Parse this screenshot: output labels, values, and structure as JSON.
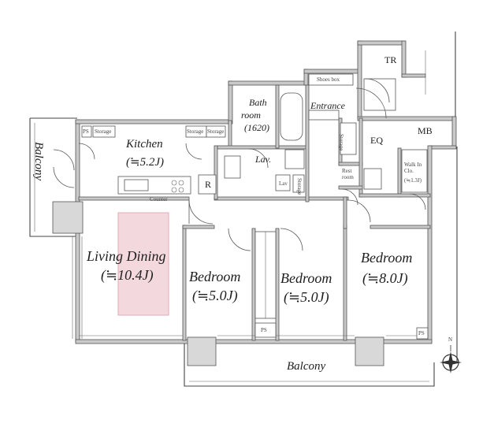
{
  "rooms": {
    "balcony_left": "Balcony",
    "kitchen": "Kitchen",
    "kitchen_size": "(≒5.2J)",
    "living_dining": "Living Dining",
    "living_dining_size": "(≒10.4J)",
    "bedroom_a": "Bedroom",
    "bedroom_a_size": "(≒5.0J)",
    "bedroom_b": "Bedroom",
    "bedroom_b_size": "(≒5.0J)",
    "bedroom_c": "Bedroom",
    "bedroom_c_size": "(≒8.0J)",
    "bath": "Bath",
    "bath_room": "room",
    "bath_size": "(1620)",
    "lav": "Lav.",
    "entrance": "Entrance",
    "eq": "EQ",
    "mb": "MB",
    "tr": "TR",
    "rest_room": "Rest\nroom",
    "walk_in": "Walk In\nClo.",
    "walk_in_size": "(≒1.3J)",
    "refrigerator": "R",
    "balcony_bottom": "Balcony"
  },
  "small_labels": {
    "ps_kitchen": "PS",
    "storage_kitchen": "Storage",
    "storage_kitchen2": "Storage",
    "storage_kitchen3": "Storage",
    "counter": "Counter",
    "shoes_box": "Shoes box",
    "storage_entrance": "Storage",
    "storage_lav": "Storage",
    "lav_wm": "Lav",
    "ps_bottom": "PS",
    "ps_right": "PS"
  },
  "compass": {
    "north_label": "N"
  },
  "colors": {
    "wall": "#c9c9c9",
    "dining_table": "#f3d9de",
    "dining_table_border": "#e3aab5"
  }
}
